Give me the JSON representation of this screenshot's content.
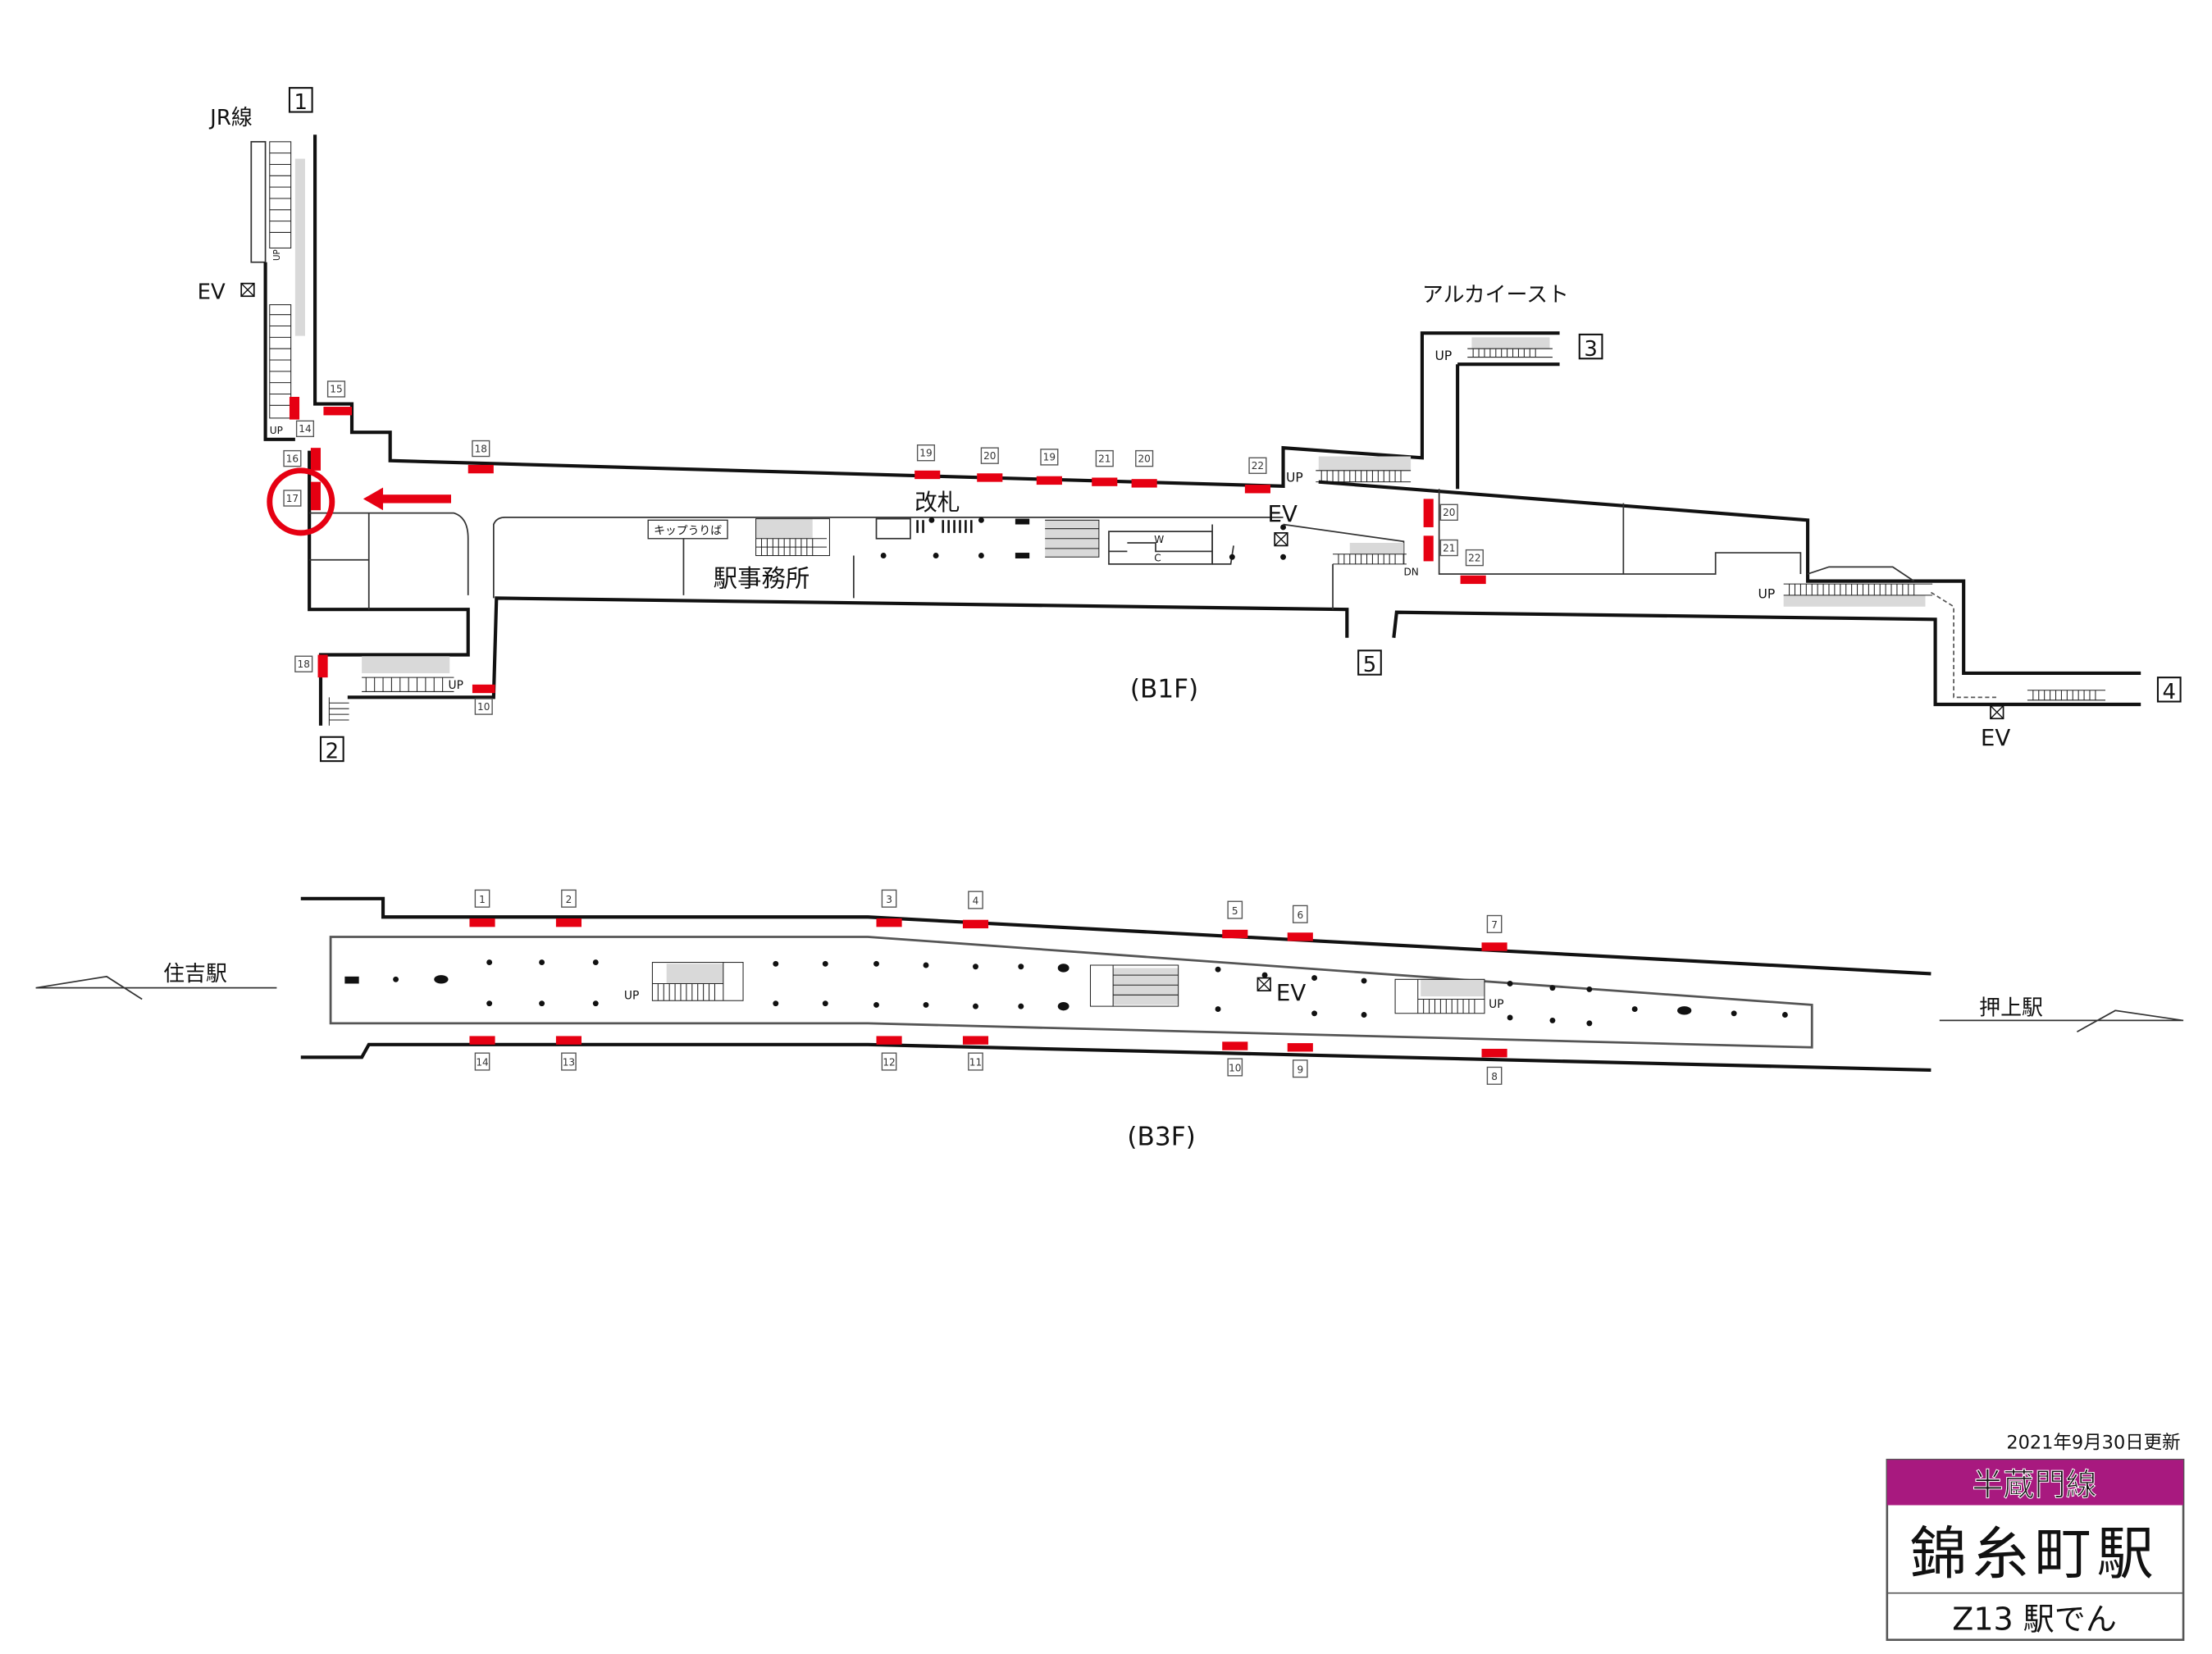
{
  "floors": {
    "b1f": "(B1F)",
    "b3f": "(B3F)"
  },
  "exits": {
    "e1": "1",
    "e2": "2",
    "e3": "3",
    "e4": "4",
    "e5": "5"
  },
  "labels": {
    "jr_line": "JR線",
    "ev": "EV",
    "arca_east": "アルカイースト",
    "ticket_gate": "改札",
    "station_office": "駅事務所",
    "ticket_counter": "キップうりば",
    "up": "UP",
    "dn": "DN",
    "wc_w": "W",
    "wc_c": "C",
    "sumiyoshi": "住吉駅",
    "oshiage": "押上駅"
  },
  "b1f_car_markers": [
    "15",
    "14",
    "16",
    "17",
    "18",
    "19",
    "20",
    "19",
    "21",
    "20",
    "22",
    "20",
    "21",
    "22",
    "18",
    "10"
  ],
  "b3f_car_markers_top": [
    "1",
    "2",
    "3",
    "4",
    "5",
    "6",
    "7"
  ],
  "b3f_car_markers_bottom": [
    "14",
    "13",
    "12",
    "11",
    "10",
    "9",
    "8"
  ],
  "footer": {
    "updated": "2021年9月30日更新",
    "line_name": "半蔵門線",
    "station_name": "錦糸町駅",
    "station_code": "Z13 駅でん"
  },
  "colors": {
    "line_purple": "#a8197f",
    "marker_red": "#e60012",
    "highlight_red": "#e60012"
  }
}
